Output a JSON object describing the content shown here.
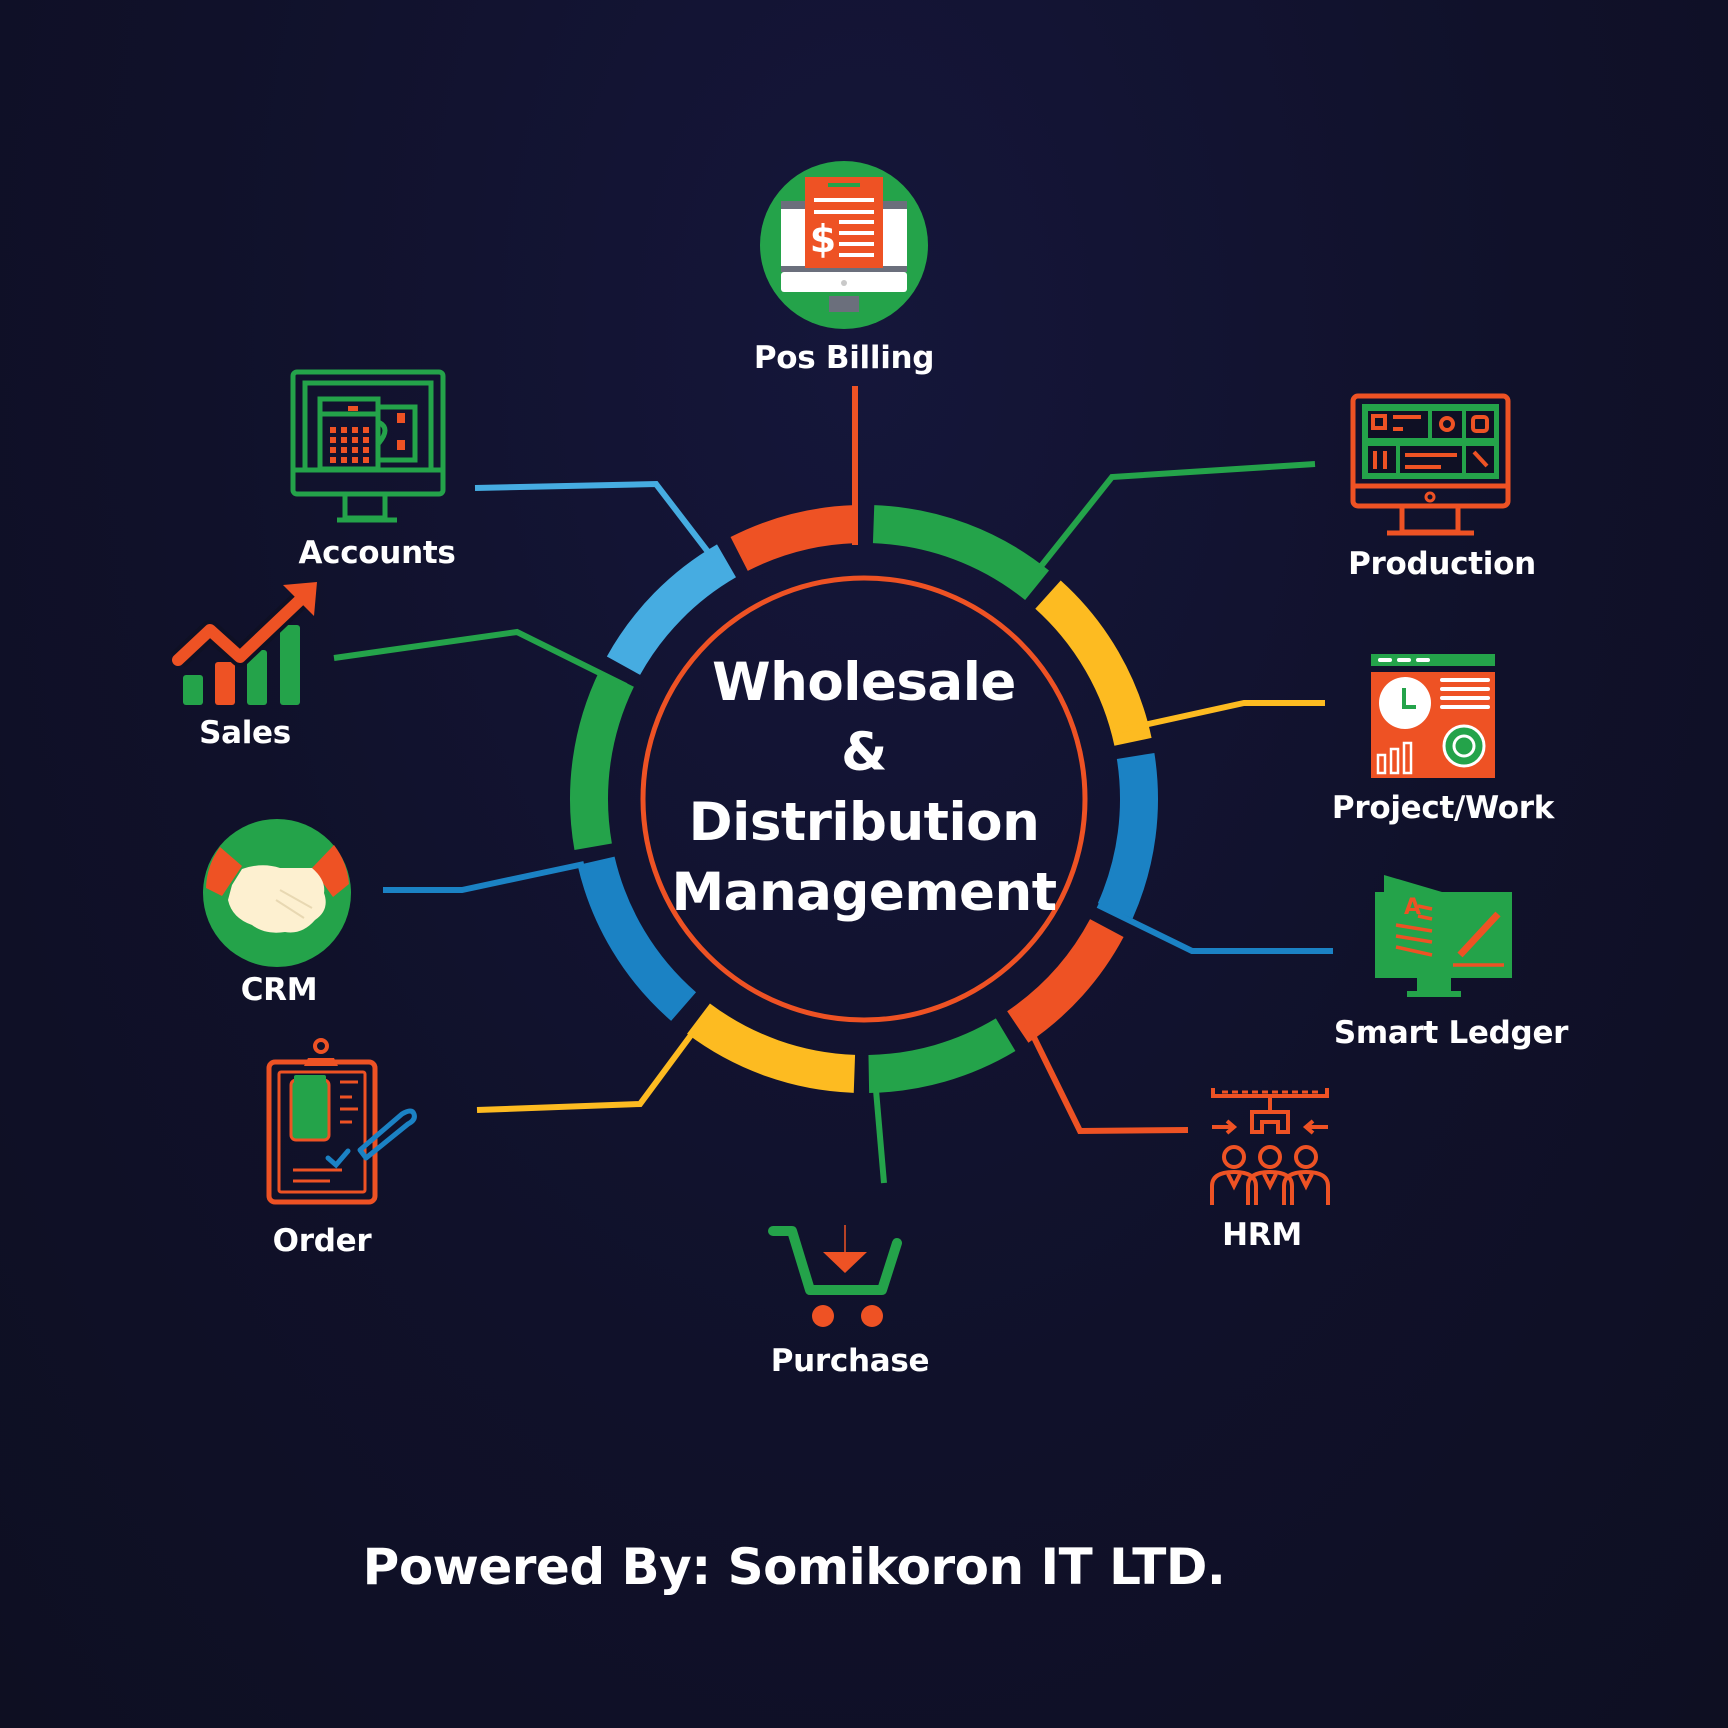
{
  "center": {
    "lines": [
      "Wholesale",
      "&",
      "Distribution",
      "Management"
    ]
  },
  "modules": [
    {
      "id": "pos-billing",
      "label": "Pos Billing",
      "icon": "pos-billing-monitor-icon"
    },
    {
      "id": "production",
      "label": "Production",
      "icon": "production-monitor-icon"
    },
    {
      "id": "project-work",
      "label": "Project/Work",
      "icon": "project-dashboard-icon"
    },
    {
      "id": "smart-ledger",
      "label": "Smart Ledger",
      "icon": "ledger-monitor-icon"
    },
    {
      "id": "hrm",
      "label": "HRM",
      "icon": "team-hierarchy-icon"
    },
    {
      "id": "purchase",
      "label": "Purchase",
      "icon": "shopping-cart-icon"
    },
    {
      "id": "order",
      "label": "Order",
      "icon": "clipboard-pen-icon"
    },
    {
      "id": "crm",
      "label": "CRM",
      "icon": "handshake-icon"
    },
    {
      "id": "sales",
      "label": "Sales",
      "icon": "growth-chart-icon"
    },
    {
      "id": "accounts",
      "label": "Accounts",
      "icon": "calculator-monitor-icon"
    }
  ],
  "footer": {
    "text": "Powered By: Somikoron IT LTD."
  },
  "colors": {
    "background": "#0f1024",
    "orange": "#ee5224",
    "green": "#24a34a",
    "yellow": "#fdbb21",
    "blue": "#1b82c4",
    "light_blue": "#46ace1",
    "white": "#ffffff"
  }
}
